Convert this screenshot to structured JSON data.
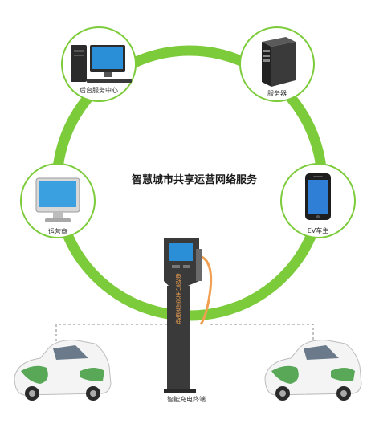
{
  "diagram": {
    "title": "智慧城市共享运营网络服务",
    "nodes": [
      {
        "id": "backend",
        "label": "后台服务中心",
        "icon": "desktop-computer-icon"
      },
      {
        "id": "server",
        "label": "服务器",
        "icon": "server-tower-icon"
      },
      {
        "id": "operator",
        "label": "运营商",
        "icon": "monitor-icon"
      },
      {
        "id": "ev-owner",
        "label": "EV车主",
        "icon": "smartphone-icon"
      }
    ],
    "charger": {
      "label": "智能充电终端",
      "side_text": "电动汽车交流充电桩"
    },
    "colors": {
      "ring": "#7ccb3a",
      "node_border": "#7ccb3a",
      "charger_body": "#3a3a3a",
      "car_body": "#f4f4f4",
      "car_accent": "#3c9a3c"
    }
  }
}
